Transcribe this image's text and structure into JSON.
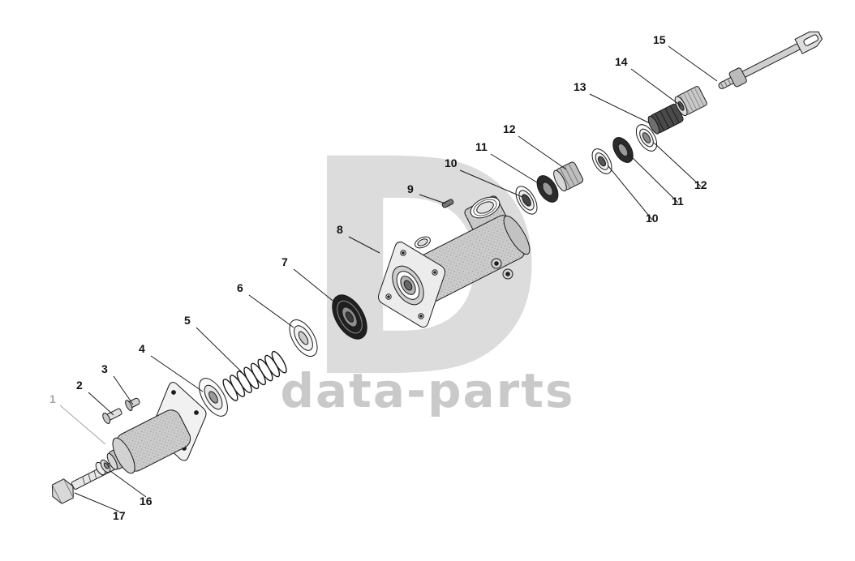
{
  "watermark": {
    "logo_letter": "D",
    "text": "data-parts",
    "logo_color": "#dcdcdc",
    "text_color": "#c9c9c9"
  },
  "diagram": {
    "type": "exploded-view-parts-diagram",
    "line_color": "#1a1a1a",
    "callouts": [
      "15",
      "14",
      "13",
      "12",
      "11",
      "10",
      "9",
      "8",
      "7",
      "6",
      "5",
      "4",
      "3",
      "2",
      "1",
      "12",
      "11",
      "10",
      "16",
      "17"
    ]
  }
}
